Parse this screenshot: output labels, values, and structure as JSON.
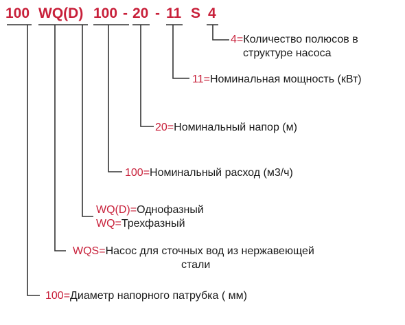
{
  "code": {
    "size": "100",
    "series": "WQ(D)",
    "flow": "100",
    "sep1": "-",
    "head": "20",
    "sep2": "-",
    "power": "11",
    "stainless": "S",
    "poles": "4"
  },
  "legend": [
    {
      "key": "4=",
      "lines": [
        "Количество полюсов в",
        "структуре насоса"
      ]
    },
    {
      "key": "11=",
      "lines": [
        "Номинальная мощность (кВт)"
      ]
    },
    {
      "key": "20=",
      "lines": [
        "Номинальный напор (м)"
      ]
    },
    {
      "key": "100=",
      "lines": [
        "Номинальный расход (м3/ч)"
      ]
    },
    {
      "key": "WQ(D)=",
      "lines": [
        "Однофазный"
      ]
    },
    {
      "key": "WQ=",
      "lines": [
        "Трехфазный"
      ]
    },
    {
      "key": "WQS=",
      "lines": [
        "Насос для сточных вод из нержавеющей",
        "стали"
      ]
    },
    {
      "key": "100=",
      "lines": [
        "Диаметр напорного патрубка ( мм)"
      ]
    }
  ],
  "colors": {
    "accent": "#c8203a",
    "text": "#1a1a1a",
    "line": "#333333"
  }
}
